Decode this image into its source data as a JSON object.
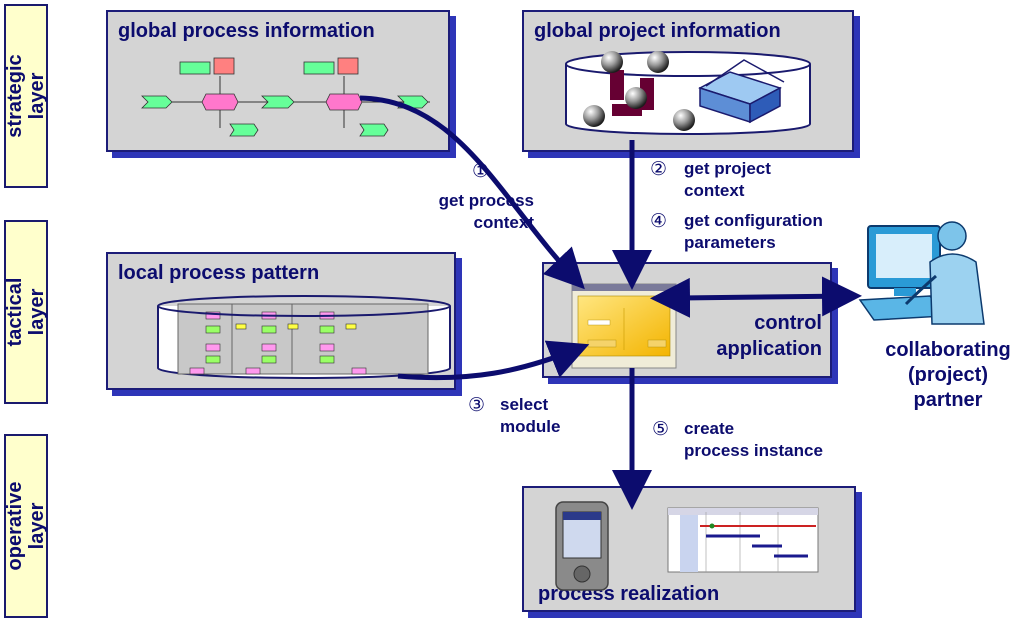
{
  "layers": {
    "strategic": "strategic\nlayer",
    "tactical": "tactical\nlayer",
    "operative": "operative\nlayer"
  },
  "boxes": {
    "global_process": "global process information",
    "global_project": "global project information",
    "local_process": "local process pattern",
    "control": "control\napplication",
    "realization": "process realization"
  },
  "steps": {
    "s1": {
      "num": "①",
      "text": "get process\ncontext"
    },
    "s2": {
      "num": "②",
      "text": "get project\ncontext"
    },
    "s3": {
      "num": "③",
      "text": "select\nmodule"
    },
    "s4": {
      "num": "④",
      "text": "get configuration\nparameters"
    },
    "s5": {
      "num": "⑤",
      "text": "create\nprocess instance"
    }
  },
  "partner": "collaborating\n(project)\npartner",
  "colors": {
    "navy": "#0c0c6e",
    "box_gray": "#d4d4d4",
    "layer_yellow": "#ffffcc",
    "shadow_blue": "#2e35b8"
  }
}
